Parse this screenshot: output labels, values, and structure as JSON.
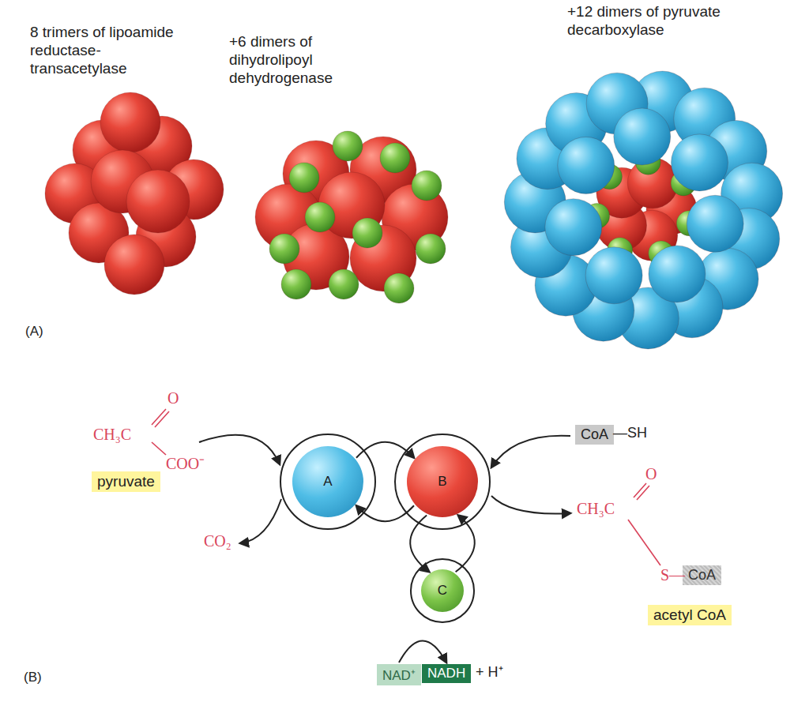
{
  "diagram": {
    "nodes": [
      {
        "text": [
          "A"
        ]
      },
      {
        "text": [
          "B"
        ]
      },
      {
        "text": [
          "CoA"
        ]
      },
      {
        "text": [
          "pyruvate"
        ]
      },
      {
        "text": [
          "C"
        ]
      },
      {
        "text": [
          "CoA"
        ]
      },
      {
        "text": [
          "acetyl CoA"
        ]
      },
      {
        "text": [
          "NAD⁺"
        ]
      },
      {
        "text": [
          "NADH"
        ]
      }
    ],
    "edges": [
      {
        "from": 0,
        "to": 1,
        "arrow": "to"
      },
      {
        "from": 1,
        "to": 0,
        "arrow": "to"
      },
      {
        "from": 1,
        "to": 4,
        "arrow": "to"
      },
      {
        "from": 4,
        "to": 1,
        "arrow": "to"
      },
      {
        "from": 7,
        "to": 8,
        "arrow": "to"
      }
    ],
    "labels": [
      "8 trimers of lipoamide reductase- transacetylase",
      "+6 dimers of dihydrolipoyl dehydrogenase",
      "+12 dimers of pyruvate decarboxylase",
      "(A)",
      "O",
      "CH₃C",
      "COO⁻",
      "CO₂",
      "—SH",
      "O",
      "CH₃C",
      "S—",
      "+ H⁺",
      "(B)"
    ]
  }
}
